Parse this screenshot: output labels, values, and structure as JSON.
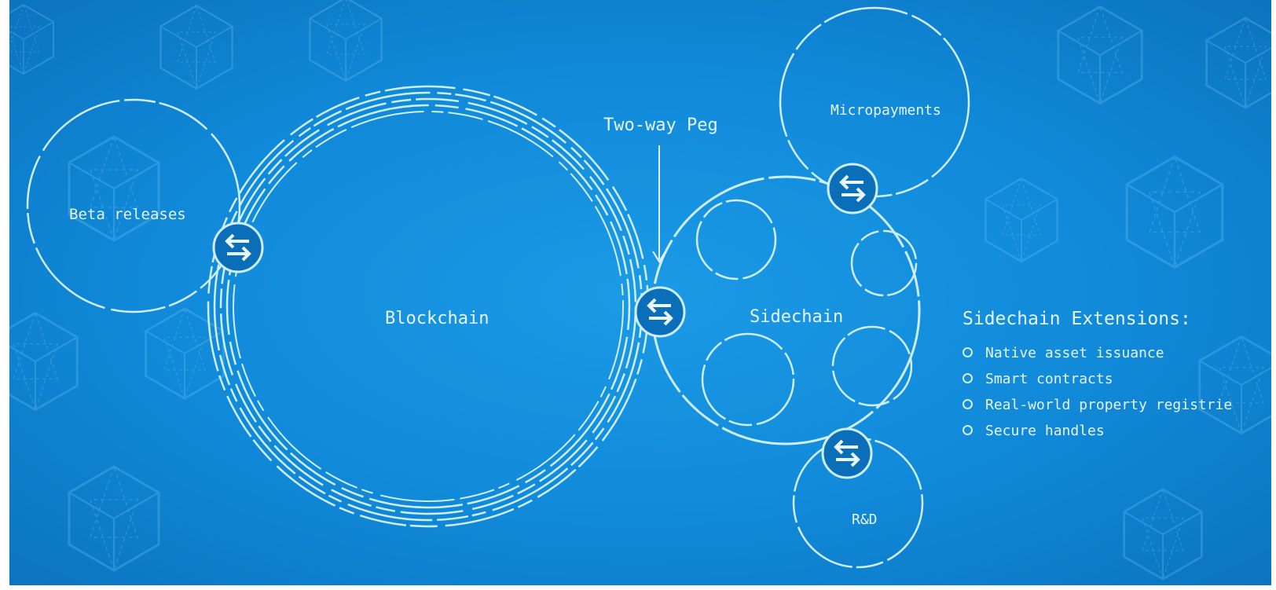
{
  "diagram": {
    "main_chain_label": "Blockchain",
    "sidechain_label": "Sidechain",
    "peg_label": "Two-way Peg",
    "satellites": [
      {
        "label": "Beta releases"
      },
      {
        "label": "Micropayments"
      },
      {
        "label": "R&D"
      }
    ],
    "peg_icon": "exchange-arrows-icon"
  },
  "extensions": {
    "title": "Sidechain Extensions:",
    "items": [
      "Native asset issuance",
      "Smart contracts",
      "Real-world property registrie",
      "Secure handles"
    ]
  },
  "colors": {
    "background": "#1089d8",
    "line": "#cfeeff",
    "peg_node": "#0a6fb8"
  }
}
